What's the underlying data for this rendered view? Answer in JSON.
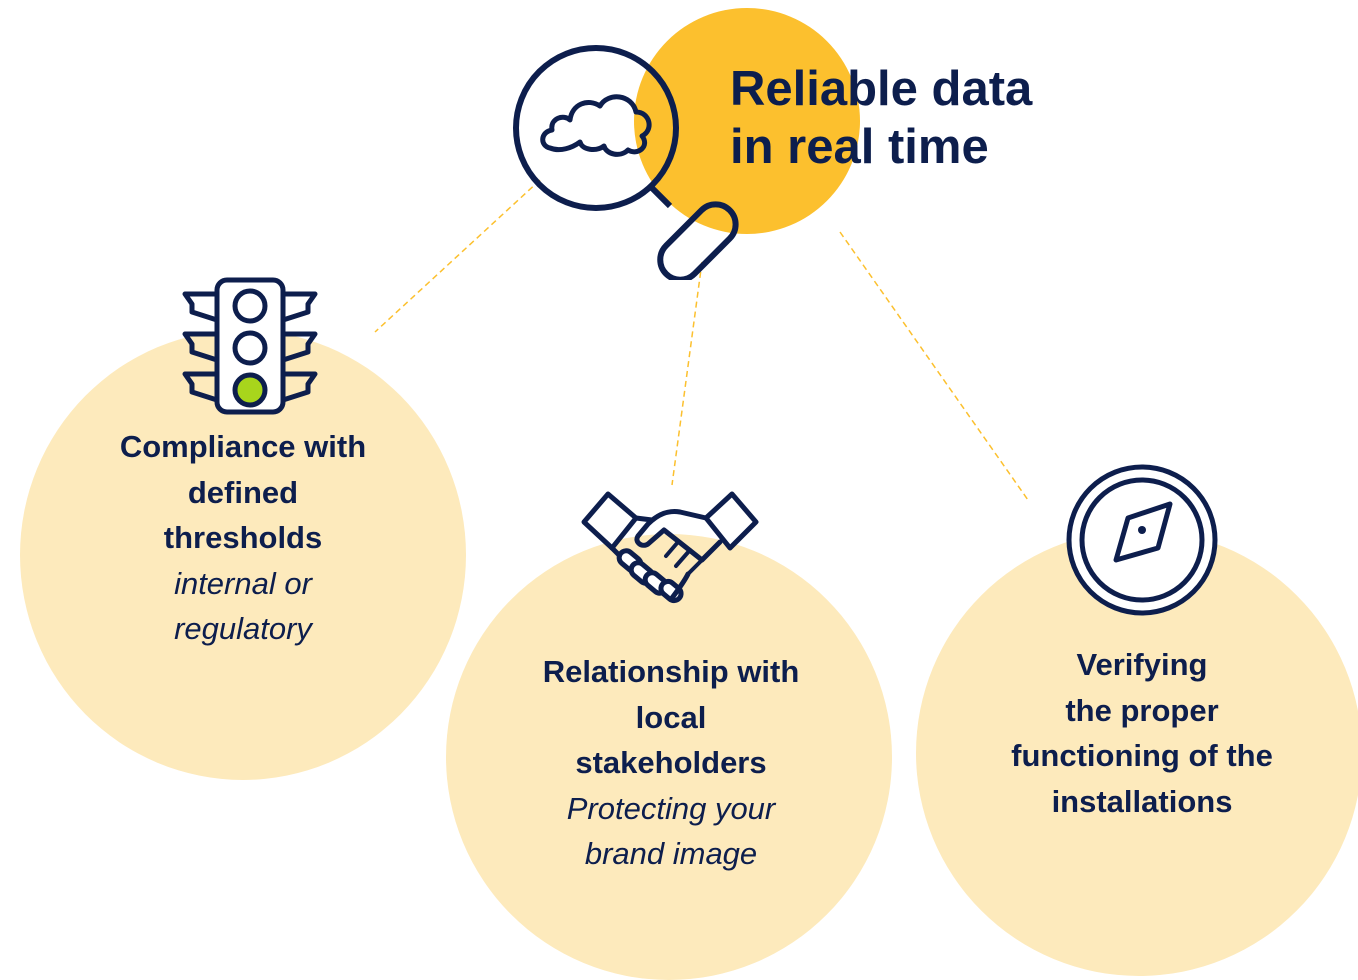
{
  "header": {
    "title_line1": "Reliable data",
    "title_line2": "in real time"
  },
  "items": [
    {
      "title_lines": [
        "Compliance with",
        "defined",
        "thresholds"
      ],
      "sub_lines": [
        "internal or",
        "regulatory"
      ],
      "icon": "traffic-light-icon"
    },
    {
      "title_lines": [
        "Relationship with",
        "local",
        "stakeholders"
      ],
      "sub_lines": [
        "Protecting your",
        "brand image"
      ],
      "icon": "handshake-icon"
    },
    {
      "title_lines": [
        "Verifying",
        "the proper",
        "functioning of the",
        "installations"
      ],
      "sub_lines": [],
      "icon": "compass-icon"
    }
  ],
  "colors": {
    "navy": "#0d1e4d",
    "gold": "#fcc02e",
    "pale": "#fdeabc",
    "green_light": "#a8d51c"
  },
  "search_icon": "magnifying-glass-cloud-icon"
}
